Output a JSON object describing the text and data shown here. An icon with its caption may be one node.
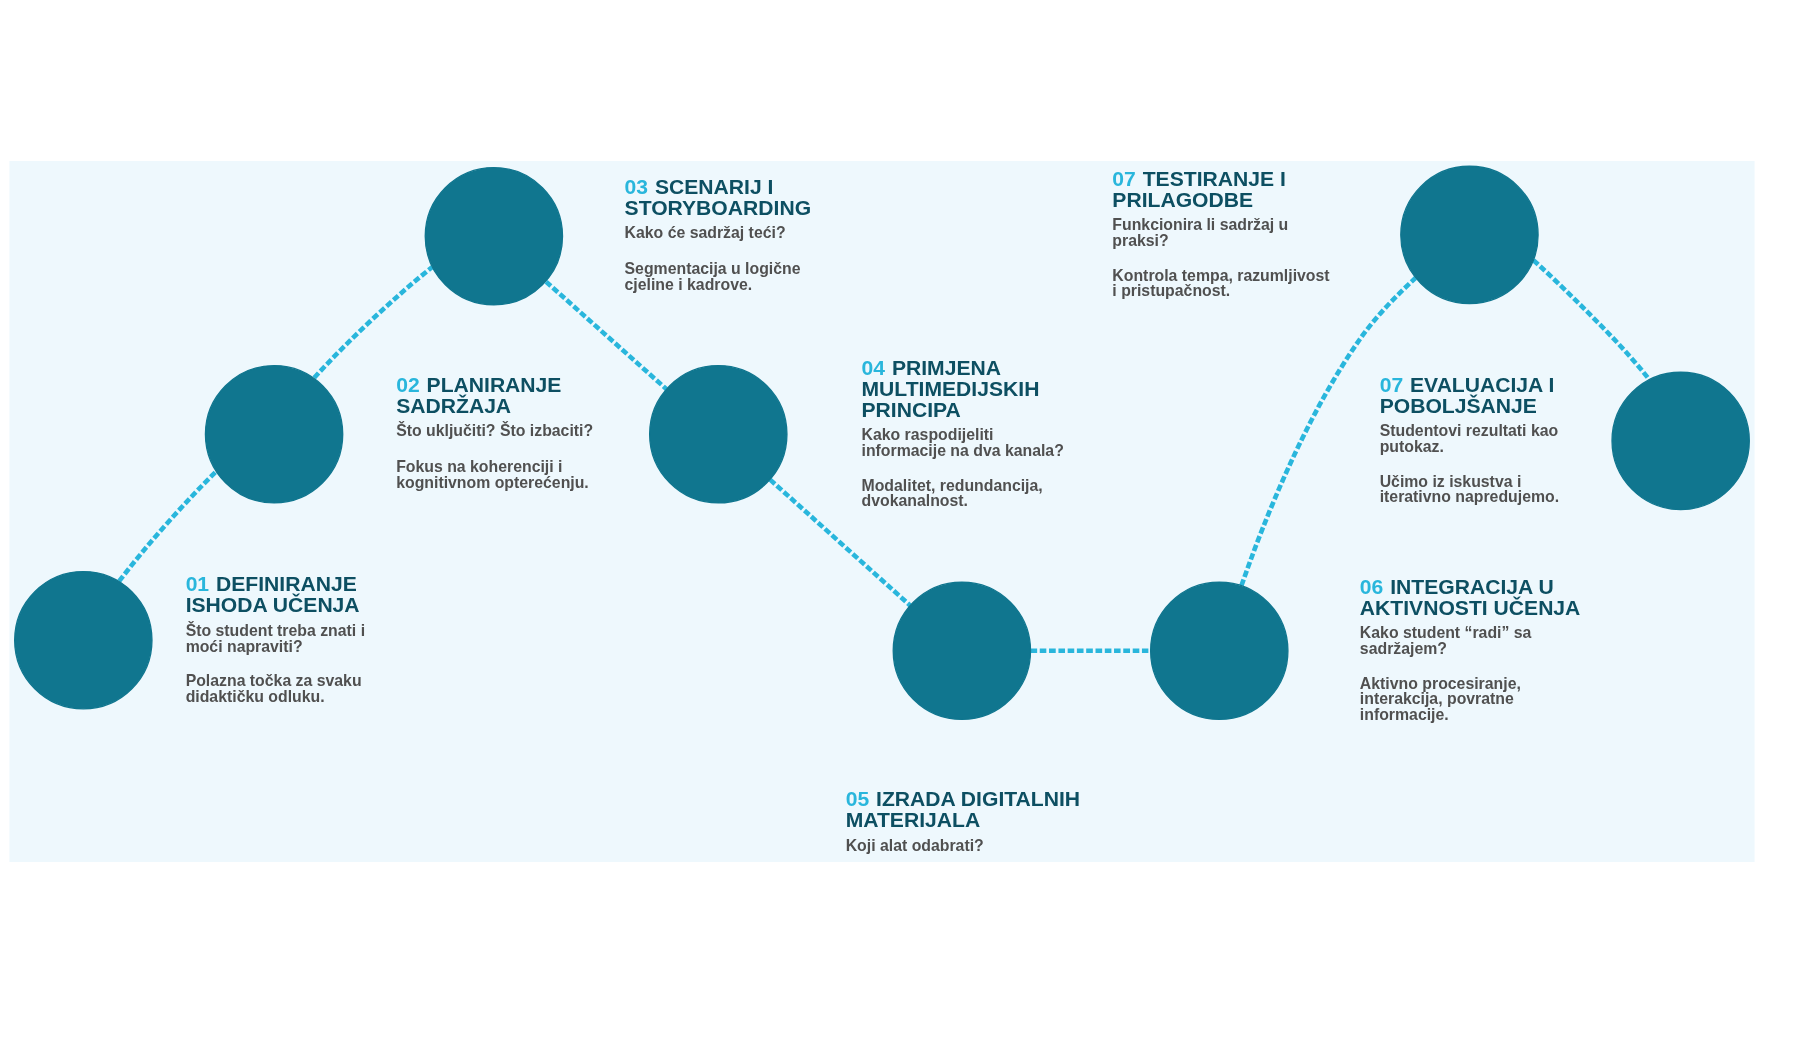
{
  "diagram": {
    "nodes": [
      {
        "text": [],
        "shape": "circle",
        "beside": [
          "01 DEFINIRANJE ISHODA UČENJA",
          "Što student treba znati i moći napraviti?",
          "Polazna točka za svaku didaktičku odluku."
        ]
      },
      {
        "text": [],
        "shape": "circle",
        "beside": [
          "02 PLANIRANJE SADRŽAJA",
          "Što uključiti? Što izbaciti?",
          "Fokus na koherenciji i kognitivnom opterećenju."
        ]
      },
      {
        "text": [],
        "shape": "circle",
        "beside": [
          "03 SCENARIJ I STORYBOARDING",
          "Kako će sadržaj teći?",
          "Segmentacija u logične cjeline i kadrove."
        ]
      },
      {
        "text": [],
        "shape": "circle",
        "beside": [
          "04 PRIMJENA MULTIMEDIJSKIH PRINCIPA",
          "Kako raspodijeliti informacije na dva kanala?",
          "Modalitet, redundancija, dvokanalnost."
        ]
      },
      {
        "text": [],
        "shape": "circle",
        "beside": [
          "05 IZRADA DIGITALNIH MATERIJALA",
          "Koji alat odabrati?"
        ]
      },
      {
        "text": [],
        "shape": "circle",
        "beside": [
          "06 INTEGRACIJA U AKTIVNOSTI UČENJA",
          "Kako student “radi” sa sadržajem?",
          "Aktivno procesiranje, interakcija, povratne informacije."
        ]
      },
      {
        "text": [],
        "shape": "circle",
        "beside": [
          "07 TESTIRANJE I PRILAGODBE",
          "Funkcionira li sadržaj u praksi?",
          "Kontrola tempa, razumljivost i pristupačnost."
        ]
      },
      {
        "text": [],
        "shape": "circle",
        "beside": [
          "07 EVALUACIJA I POBOLJŠANJE",
          "Studentovi rezultati kao putokaz.",
          "Učimo iz iskustva i iterativno napredujemo."
        ]
      }
    ],
    "edges": [
      {
        "from": 0,
        "to": 1,
        "arrow": "none",
        "style": "dashed"
      },
      {
        "from": 1,
        "to": 2,
        "arrow": "none",
        "style": "dashed"
      },
      {
        "from": 2,
        "to": 3,
        "arrow": "none",
        "style": "dashed"
      },
      {
        "from": 3,
        "to": 4,
        "arrow": "none",
        "style": "dashed"
      },
      {
        "from": 4,
        "to": 5,
        "arrow": "none",
        "style": "dashed"
      },
      {
        "from": 5,
        "to": 6,
        "arrow": "none",
        "style": "dashed"
      },
      {
        "from": 6,
        "to": 7,
        "arrow": "none",
        "style": "dashed"
      }
    ]
  }
}
